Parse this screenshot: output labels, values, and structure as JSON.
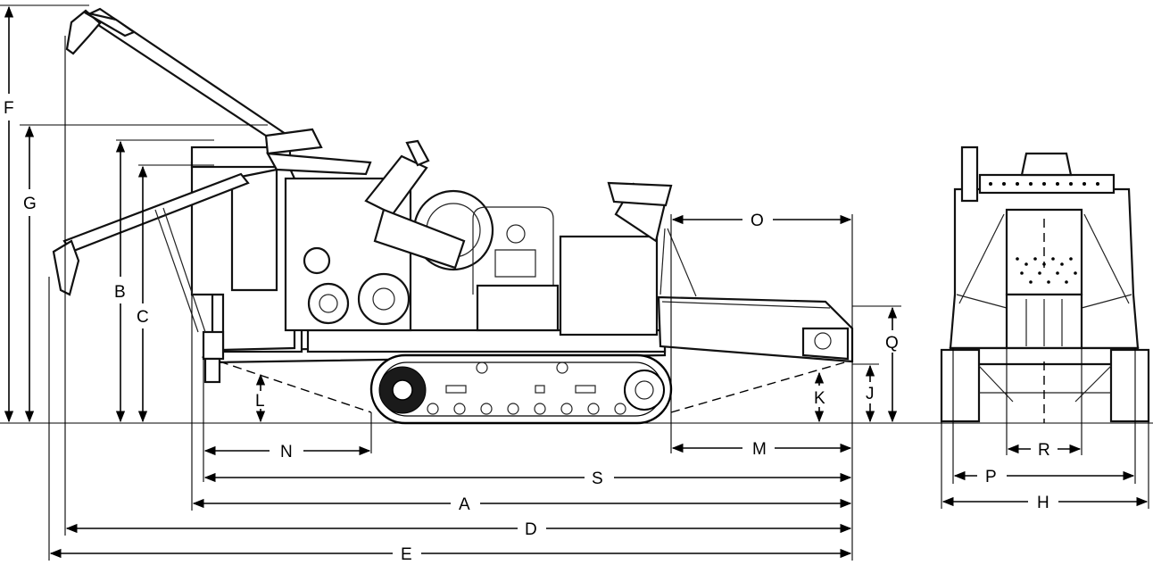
{
  "diagram": {
    "labels": {
      "A": "A",
      "B": "B",
      "C": "C",
      "D": "D",
      "E": "E",
      "F": "F",
      "G": "G",
      "H": "H",
      "J": "J",
      "K": "K",
      "L": "L",
      "M": "M",
      "N": "N",
      "O": "O",
      "P": "P",
      "Q": "Q",
      "R": "R",
      "S": "S"
    }
  }
}
